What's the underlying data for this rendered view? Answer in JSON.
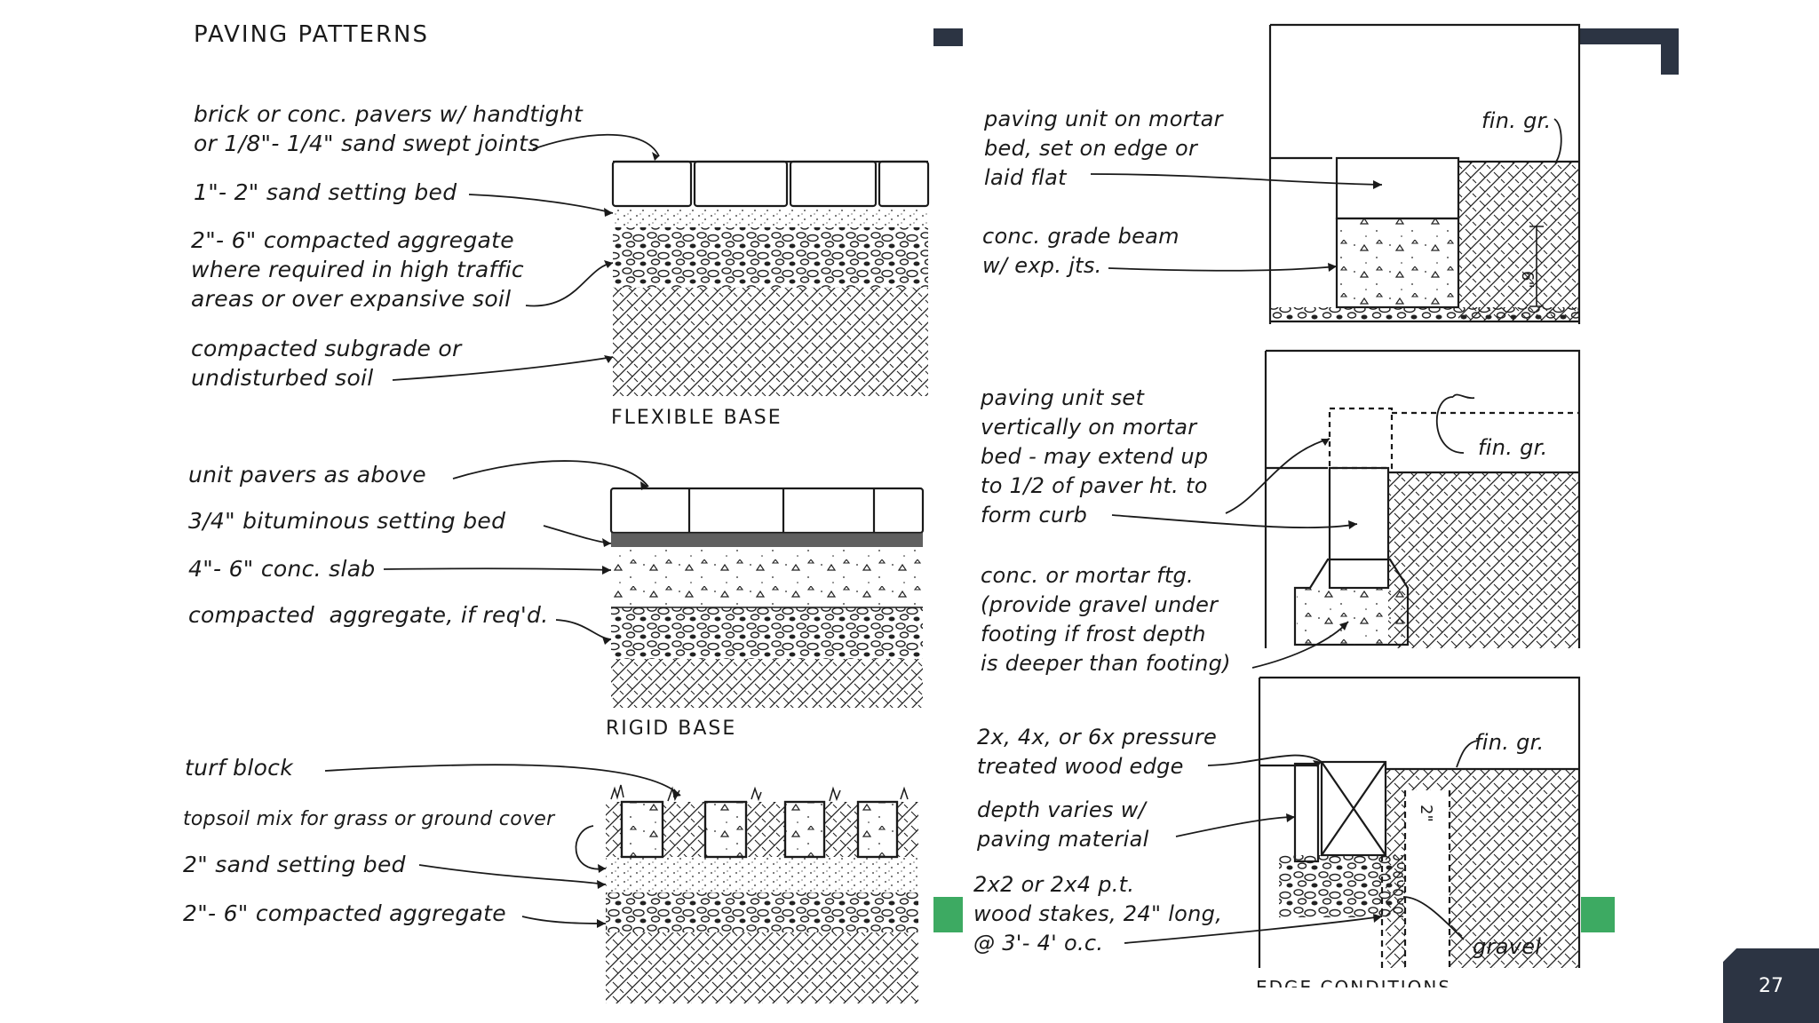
{
  "title": "PAVING PATTERNS",
  "page_number": "27",
  "colors": {
    "accent_dark": "#2c3443",
    "accent_green": "#3daa62",
    "ink": "#1a1a1a"
  },
  "flexible": {
    "caption": "FLEXIBLE BASE",
    "labels": [
      "brick or conc. pavers w/ handtight\nor 1/8\"- 1/4\" sand swept joints",
      "1\"- 2\" sand setting bed",
      "2\"- 6\" compacted aggregate\nwhere required in high traffic\nareas or over expansive soil",
      "compacted subgrade or\nundisturbed soil"
    ]
  },
  "rigid": {
    "caption": "RIGID BASE",
    "labels": [
      "unit pavers as above",
      "3/4\" bituminous setting bed",
      "4\"- 6\" conc. slab",
      "compacted  aggregate, if req'd."
    ]
  },
  "turf": {
    "labels": [
      "turf block",
      "topsoil mix for grass or ground cover",
      "2\" sand setting bed",
      "2\"- 6\" compacted aggregate"
    ]
  },
  "edge1": {
    "labels": [
      "paving unit on mortar\nbed, set on edge or\nlaid flat",
      "conc. grade beam\nw/ exp. jts.",
      "fin. gr."
    ],
    "dim": "6\""
  },
  "edge2": {
    "labels": [
      "paving unit set\nvertically on mortar\nbed - may extend up\nto 1/2 of paver ht. to\nform curb",
      "conc. or mortar ftg.\n(provide gravel under\nfooting if frost depth\nis deeper than footing)",
      "fin. gr."
    ]
  },
  "edge3": {
    "labels": [
      "2x, 4x, or 6x pressure\ntreated wood edge",
      "depth varies w/\npaving material",
      "2x2 or 2x4 p.t.\nwood stakes, 24\" long,\n@ 3'- 4' o.c.",
      "fin. gr.",
      "gravel"
    ],
    "dim": "2\""
  },
  "edge_caption": "EDGE CONDITIONS"
}
